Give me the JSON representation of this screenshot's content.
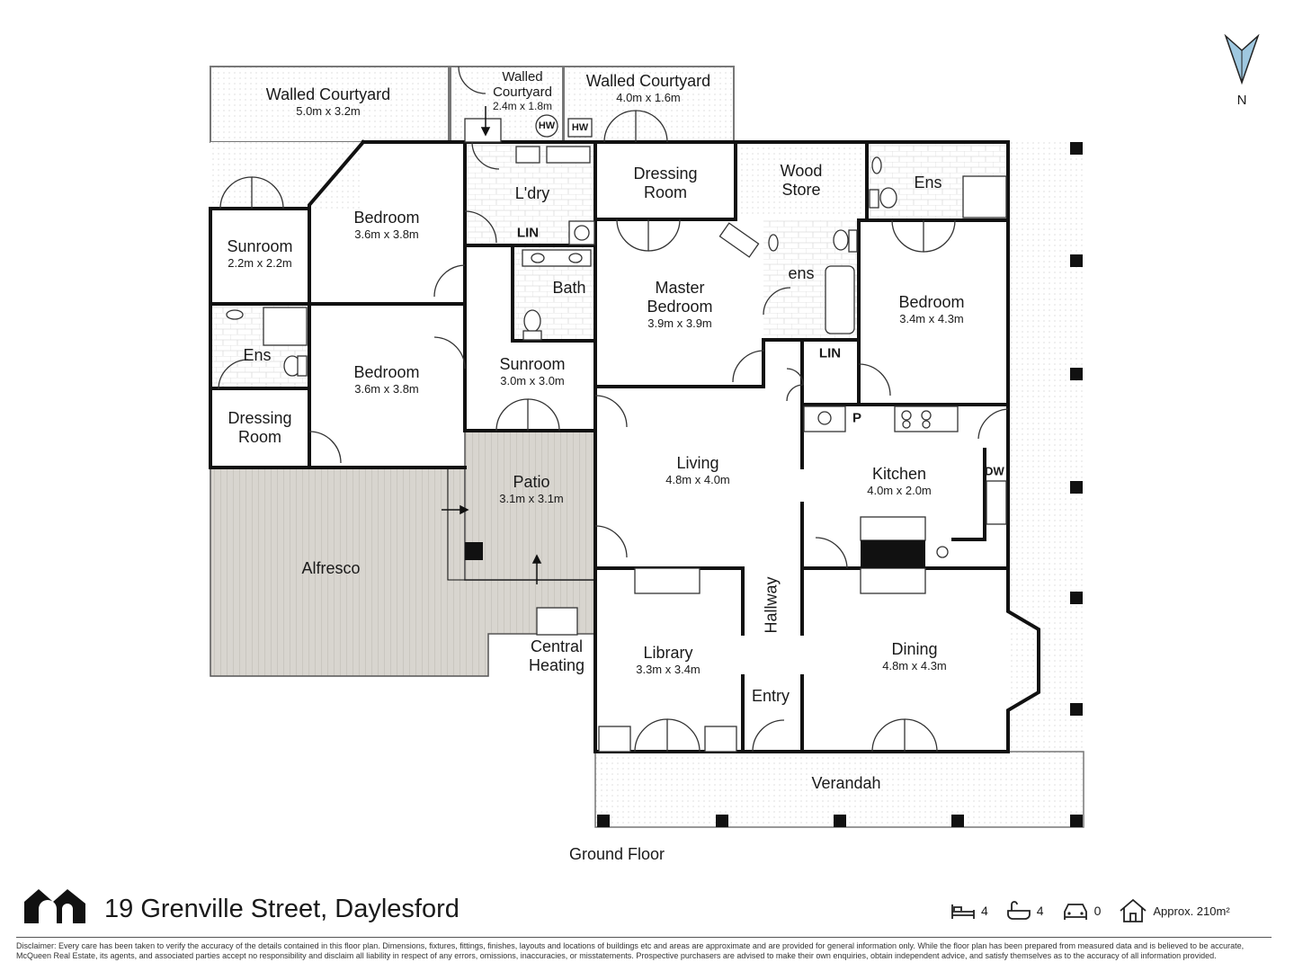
{
  "compass_label": "N",
  "floor_label": "Ground Floor",
  "address": "19 Grenville Street, Daylesford",
  "stats": {
    "bedrooms": "4",
    "bathrooms": "4",
    "car_spaces": "0",
    "area": "Approx. 210m²"
  },
  "rooms": {
    "walled_courtyard_w": {
      "name": "Walled Courtyard",
      "dim": "5.0m x 3.2m"
    },
    "walled_courtyard_mid": {
      "name1": "Walled",
      "name2": "Courtyard",
      "dim": "2.4m x 1.8m"
    },
    "walled_courtyard_e": {
      "name": "Walled Courtyard",
      "dim": "4.0m x 1.6m"
    },
    "dressing_room_n": {
      "name1": "Dressing",
      "name2": "Room"
    },
    "wood_store": {
      "name1": "Wood",
      "name2": "Store"
    },
    "ens_ne": {
      "name": "Ens"
    },
    "sunroom_w": {
      "name": "Sunroom",
      "dim": "2.2m x 2.2m"
    },
    "bedroom_nw": {
      "name": "Bedroom",
      "dim": "3.6m x 3.8m"
    },
    "laundry": {
      "name": "L'dry"
    },
    "bath": {
      "name": "Bath"
    },
    "master_bedroom": {
      "name1": "Master",
      "name2": "Bedroom",
      "dim": "3.9m x 3.9m"
    },
    "ens_master": {
      "name": "ens"
    },
    "bedroom_ne": {
      "name": "Bedroom",
      "dim": "3.4m x 4.3m"
    },
    "ens_w": {
      "name": "Ens"
    },
    "bedroom_w": {
      "name": "Bedroom",
      "dim": "3.6m x 3.8m"
    },
    "sunroom_mid": {
      "name": "Sunroom",
      "dim": "3.0m x 3.0m"
    },
    "dressing_room_w": {
      "name1": "Dressing",
      "name2": "Room"
    },
    "living": {
      "name": "Living",
      "dim": "4.8m x 4.0m"
    },
    "kitchen": {
      "name": "Kitchen",
      "dim": "4.0m x 2.0m"
    },
    "patio": {
      "name": "Patio",
      "dim": "3.1m x 3.1m"
    },
    "alfresco": {
      "name": "Alfresco"
    },
    "central_heating": {
      "name1": "Central",
      "name2": "Heating"
    },
    "hallway": {
      "name": "Hallway"
    },
    "library": {
      "name": "Library",
      "dim": "3.3m x 3.4m"
    },
    "dining": {
      "name": "Dining",
      "dim": "4.8m x 4.3m"
    },
    "entry": {
      "name": "Entry"
    },
    "verandah": {
      "name": "Verandah"
    }
  },
  "tags": {
    "hw1": "HW",
    "hw2": "HW",
    "lin1": "LIN",
    "lin2": "LIN",
    "pantry": "P",
    "dishwasher": "DW"
  },
  "disclaimer": "Disclaimer: Every care has been taken to verify the accuracy of the details contained in this floor plan. Dimensions, fixtures, fittings, finishes, layouts and locations of buildings etc and areas are approximate and are provided for general information only. While the floor plan has been prepared from measured data and is believed to be accurate, McQueen Real Estate, its agents, and associated parties accept no responsibility and disclaim all liability in respect of any errors, omissions, inaccuracies, or misstatements. Prospective purchasers are advised to make their own enquiries, obtain independent advice, and satisfy themselves as to the accuracy of all information provided."
}
